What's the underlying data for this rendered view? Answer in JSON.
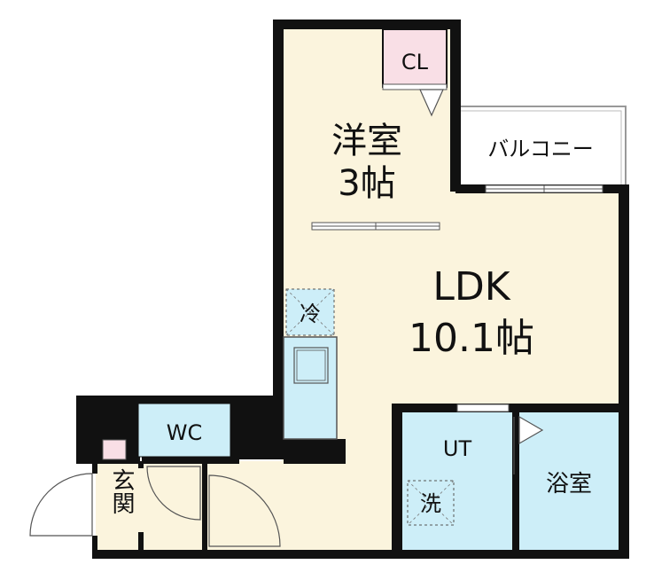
{
  "floorplan": {
    "colors": {
      "wall": "#111111",
      "floor_living": "#fbf4dd",
      "floor_wet": "#cdeef8",
      "closet": "#f9dfe6",
      "window": "#999999"
    },
    "rooms": {
      "western_room": {
        "name": "洋室",
        "size": "3帖"
      },
      "closet": {
        "label": "CL"
      },
      "balcony": {
        "label": "バルコニー"
      },
      "ldk": {
        "name": "LDK",
        "size": "10.1帖"
      },
      "fridge": {
        "label": "冷"
      },
      "wc": {
        "label": "WC"
      },
      "entrance": {
        "label": "玄関"
      },
      "utility": {
        "label": "UT"
      },
      "washer": {
        "label": "洗"
      },
      "bathroom": {
        "label": "浴室"
      }
    },
    "icons": [
      "door-swing-icon",
      "window-icon",
      "kitchen-sink-icon",
      "fridge-space-icon",
      "washer-space-icon"
    ]
  }
}
